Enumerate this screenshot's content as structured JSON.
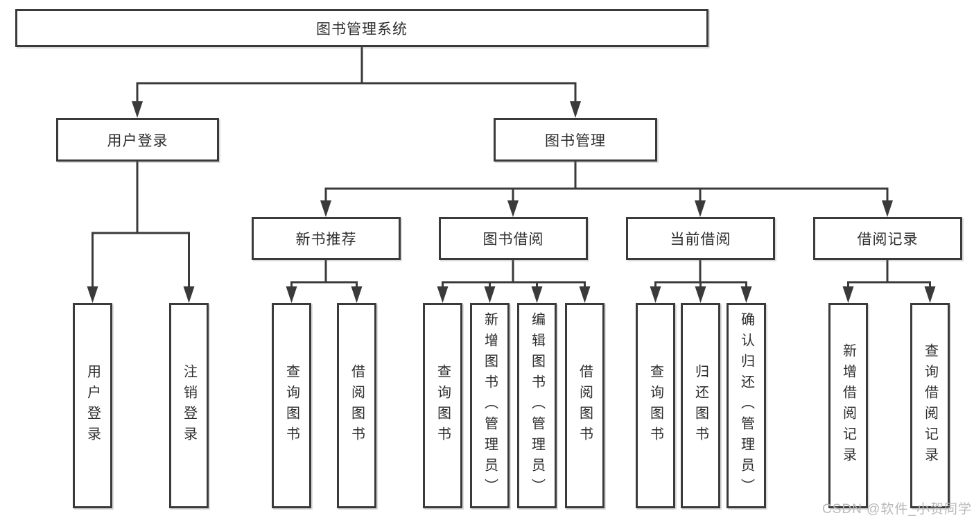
{
  "diagram_title": "图书管理系统",
  "colors": {
    "line": "#3a3a3a",
    "text": "#2d2d2d",
    "background": "#ffffff",
    "watermark": "#b9b9b9"
  },
  "watermark": {
    "text": "CSDN @软件_小贺同学"
  },
  "tree": {
    "label": "图书管理系统",
    "children": [
      {
        "label": "用户登录",
        "children": [
          {
            "label": "用户登录"
          },
          {
            "label": "注销登录"
          }
        ]
      },
      {
        "label": "图书管理",
        "children": [
          {
            "label": "新书推荐",
            "children": [
              {
                "label": "查询图书"
              },
              {
                "label": "借阅图书"
              }
            ]
          },
          {
            "label": "图书借阅",
            "children": [
              {
                "label": "查询图书"
              },
              {
                "label": "新增图书（管理员）"
              },
              {
                "label": "编辑图书（管理员）"
              },
              {
                "label": "借阅图书"
              }
            ]
          },
          {
            "label": "当前借阅",
            "children": [
              {
                "label": "查询图书"
              },
              {
                "label": "归还图书"
              },
              {
                "label": "确认归还（管理员）"
              }
            ]
          },
          {
            "label": "借阅记录",
            "children": [
              {
                "label": "新增借阅记录"
              },
              {
                "label": "查询借阅记录"
              }
            ]
          }
        ]
      }
    ]
  }
}
